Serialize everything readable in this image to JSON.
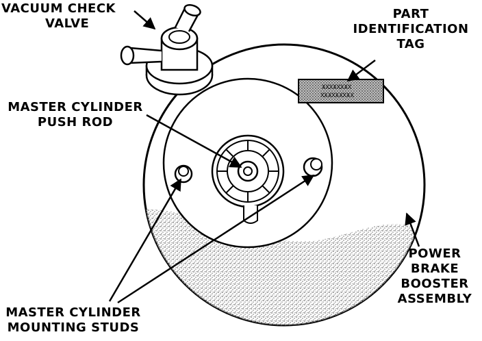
{
  "labels": {
    "vacuum_check_valve": [
      "VACUUM CHECK",
      "VALVE"
    ],
    "part_identification_tag": [
      "PART",
      "IDENTIFICATION",
      "TAG"
    ],
    "master_cylinder_push_rod": [
      "MASTER CYLINDER",
      "PUSH ROD"
    ],
    "power_brake_booster_assembly": [
      "POWER",
      "BRAKE",
      "BOOSTER",
      "ASSEMBLY"
    ],
    "master_cylinder_mounting_studs": [
      "MASTER CYLINDER",
      "MOUNTING STUDS"
    ]
  },
  "tag_text": [
    "XXXXXXXX",
    "XXXXXXXXX"
  ],
  "colors": {
    "ink": "#000000",
    "paper": "#ffffff",
    "shade": "#8a8a8a"
  }
}
